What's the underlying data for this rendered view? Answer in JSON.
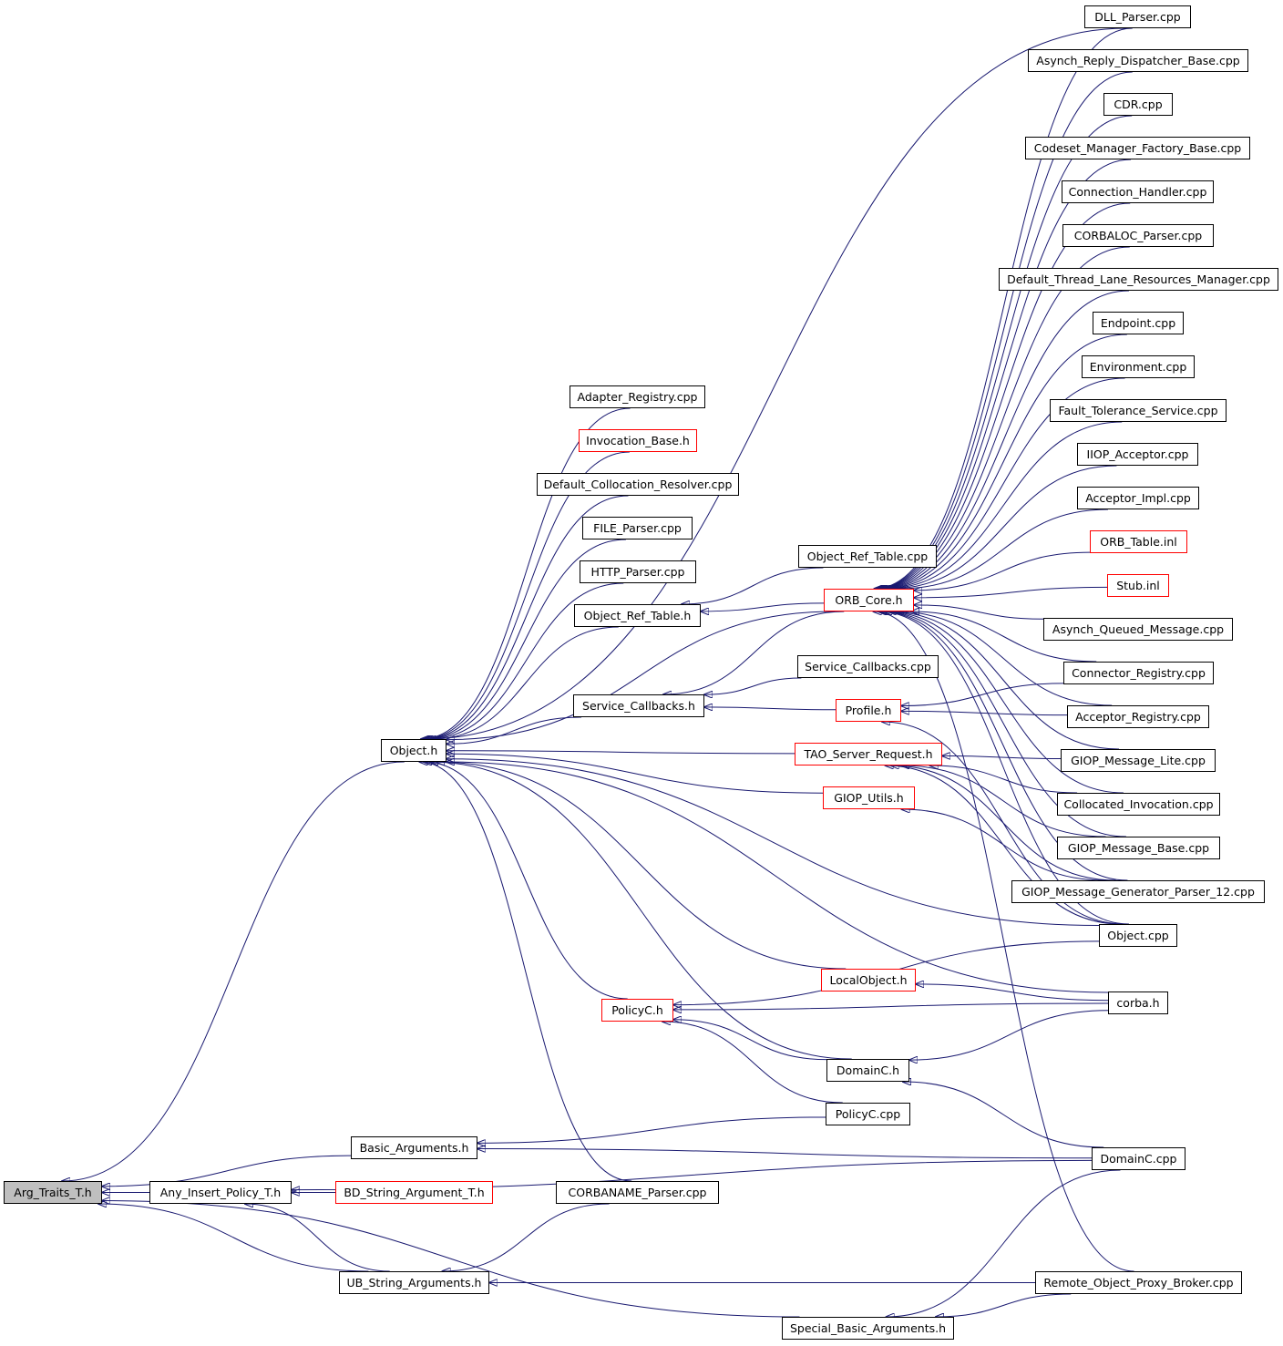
{
  "colors": {
    "edge": "#191970",
    "border": "#000000",
    "highlight_border": "#ff0000",
    "root_fill": "#bfbfbf"
  },
  "nodes": {
    "arg_traits": "Arg_Traits_T.h",
    "object_h": "Object.h",
    "any_insert": "Any_Insert_Policy_T.h",
    "bd_string": "BD_String_Argument_T.h",
    "basic_args": "Basic_Arguments.h",
    "ub_string": "UB_String_Arguments.h",
    "special_basic": "Special_Basic_Arguments.h",
    "corbaname": "CORBANAME_Parser.cpp",
    "adapter_registry": "Adapter_Registry.cpp",
    "invocation_base": "Invocation_Base.h",
    "default_collocation": "Default_Collocation_Resolver.cpp",
    "file_parser": "FILE_Parser.cpp",
    "http_parser": "HTTP_Parser.cpp",
    "object_ref_table_h": "Object_Ref_Table.h",
    "object_ref_table_cpp": "Object_Ref_Table.cpp",
    "orb_core": "ORB_Core.h",
    "service_callbacks_h": "Service_Callbacks.h",
    "service_callbacks_cpp": "Service_Callbacks.cpp",
    "profile_h": "Profile.h",
    "tao_server_request": "TAO_Server_Request.h",
    "giop_utils": "GIOP_Utils.h",
    "localobject": "LocalObject.h",
    "policyc_h": "PolicyC.h",
    "domainc_h": "DomainC.h",
    "policyc_cpp": "PolicyC.cpp",
    "dll_parser": "DLL_Parser.cpp",
    "asynch_reply": "Asynch_Reply_Dispatcher_Base.cpp",
    "cdr": "CDR.cpp",
    "codeset": "Codeset_Manager_Factory_Base.cpp",
    "connection_handler": "Connection_Handler.cpp",
    "corbaloc": "CORBALOC_Parser.cpp",
    "default_thread": "Default_Thread_Lane_Resources_Manager.cpp",
    "endpoint": "Endpoint.cpp",
    "environment": "Environment.cpp",
    "fault_tolerance": "Fault_Tolerance_Service.cpp",
    "iiop_acceptor": "IIOP_Acceptor.cpp",
    "acceptor_impl": "Acceptor_Impl.cpp",
    "orb_table": "ORB_Table.inl",
    "stub_inl": "Stub.inl",
    "asynch_queued": "Asynch_Queued_Message.cpp",
    "connector_registry": "Connector_Registry.cpp",
    "acceptor_registry": "Acceptor_Registry.cpp",
    "giop_lite": "GIOP_Message_Lite.cpp",
    "collocated_invocation": "Collocated_Invocation.cpp",
    "giop_base": "GIOP_Message_Base.cpp",
    "giop_generator": "GIOP_Message_Generator_Parser_12.cpp",
    "object_cpp": "Object.cpp",
    "corba_h": "corba.h",
    "domainc_cpp": "DomainC.cpp",
    "remote_proxy": "Remote_Object_Proxy_Broker.cpp"
  },
  "edges": [
    [
      "object_h",
      "arg_traits"
    ],
    [
      "any_insert",
      "arg_traits"
    ],
    [
      "basic_args",
      "arg_traits"
    ],
    [
      "ub_string",
      "arg_traits"
    ],
    [
      "special_basic",
      "arg_traits"
    ],
    [
      "bd_string",
      "any_insert"
    ],
    [
      "ub_string",
      "any_insert"
    ],
    [
      "domainc_cpp",
      "any_insert"
    ],
    [
      "corbaname",
      "object_h"
    ],
    [
      "dll_parser",
      "object_h"
    ],
    [
      "adapter_registry",
      "object_h"
    ],
    [
      "invocation_base",
      "object_h"
    ],
    [
      "default_collocation",
      "object_h"
    ],
    [
      "file_parser",
      "object_h"
    ],
    [
      "http_parser",
      "object_h"
    ],
    [
      "object_ref_table_h",
      "object_h"
    ],
    [
      "orb_core",
      "object_h"
    ],
    [
      "service_callbacks_h",
      "object_h"
    ],
    [
      "tao_server_request",
      "object_h"
    ],
    [
      "giop_utils",
      "object_h"
    ],
    [
      "localobject",
      "object_h"
    ],
    [
      "policyc_h",
      "object_h"
    ],
    [
      "domainc_h",
      "object_h"
    ],
    [
      "object_cpp",
      "object_h"
    ],
    [
      "corba_h",
      "object_h"
    ],
    [
      "object_ref_table_cpp",
      "object_ref_table_h"
    ],
    [
      "orb_core",
      "object_ref_table_h"
    ],
    [
      "service_callbacks_cpp",
      "service_callbacks_h"
    ],
    [
      "orb_core",
      "service_callbacks_h"
    ],
    [
      "profile_h",
      "service_callbacks_h"
    ],
    [
      "dll_parser",
      "orb_core"
    ],
    [
      "asynch_reply",
      "orb_core"
    ],
    [
      "cdr",
      "orb_core"
    ],
    [
      "codeset",
      "orb_core"
    ],
    [
      "connection_handler",
      "orb_core"
    ],
    [
      "corbaloc",
      "orb_core"
    ],
    [
      "default_thread",
      "orb_core"
    ],
    [
      "endpoint",
      "orb_core"
    ],
    [
      "environment",
      "orb_core"
    ],
    [
      "fault_tolerance",
      "orb_core"
    ],
    [
      "iiop_acceptor",
      "orb_core"
    ],
    [
      "acceptor_impl",
      "orb_core"
    ],
    [
      "orb_table",
      "orb_core"
    ],
    [
      "stub_inl",
      "orb_core"
    ],
    [
      "asynch_queued",
      "orb_core"
    ],
    [
      "connector_registry",
      "orb_core"
    ],
    [
      "acceptor_registry",
      "orb_core"
    ],
    [
      "giop_lite",
      "orb_core"
    ],
    [
      "collocated_invocation",
      "orb_core"
    ],
    [
      "giop_base",
      "orb_core"
    ],
    [
      "giop_generator",
      "orb_core"
    ],
    [
      "object_cpp",
      "orb_core"
    ],
    [
      "remote_proxy",
      "orb_core"
    ],
    [
      "connector_registry",
      "profile_h"
    ],
    [
      "acceptor_registry",
      "profile_h"
    ],
    [
      "object_cpp",
      "profile_h"
    ],
    [
      "giop_lite",
      "tao_server_request"
    ],
    [
      "collocated_invocation",
      "tao_server_request"
    ],
    [
      "giop_base",
      "tao_server_request"
    ],
    [
      "giop_generator",
      "tao_server_request"
    ],
    [
      "object_cpp",
      "tao_server_request"
    ],
    [
      "giop_generator",
      "giop_utils"
    ],
    [
      "corba_h",
      "localobject"
    ],
    [
      "object_cpp",
      "policyc_h"
    ],
    [
      "corba_h",
      "policyc_h"
    ],
    [
      "domainc_h",
      "policyc_h"
    ],
    [
      "policyc_cpp",
      "policyc_h"
    ],
    [
      "corba_h",
      "domainc_h"
    ],
    [
      "domainc_cpp",
      "domainc_h"
    ],
    [
      "policyc_cpp",
      "basic_args"
    ],
    [
      "domainc_cpp",
      "basic_args"
    ],
    [
      "corbaname",
      "ub_string"
    ],
    [
      "remote_proxy",
      "ub_string"
    ],
    [
      "domainc_cpp",
      "special_basic"
    ],
    [
      "remote_proxy",
      "special_basic"
    ]
  ]
}
